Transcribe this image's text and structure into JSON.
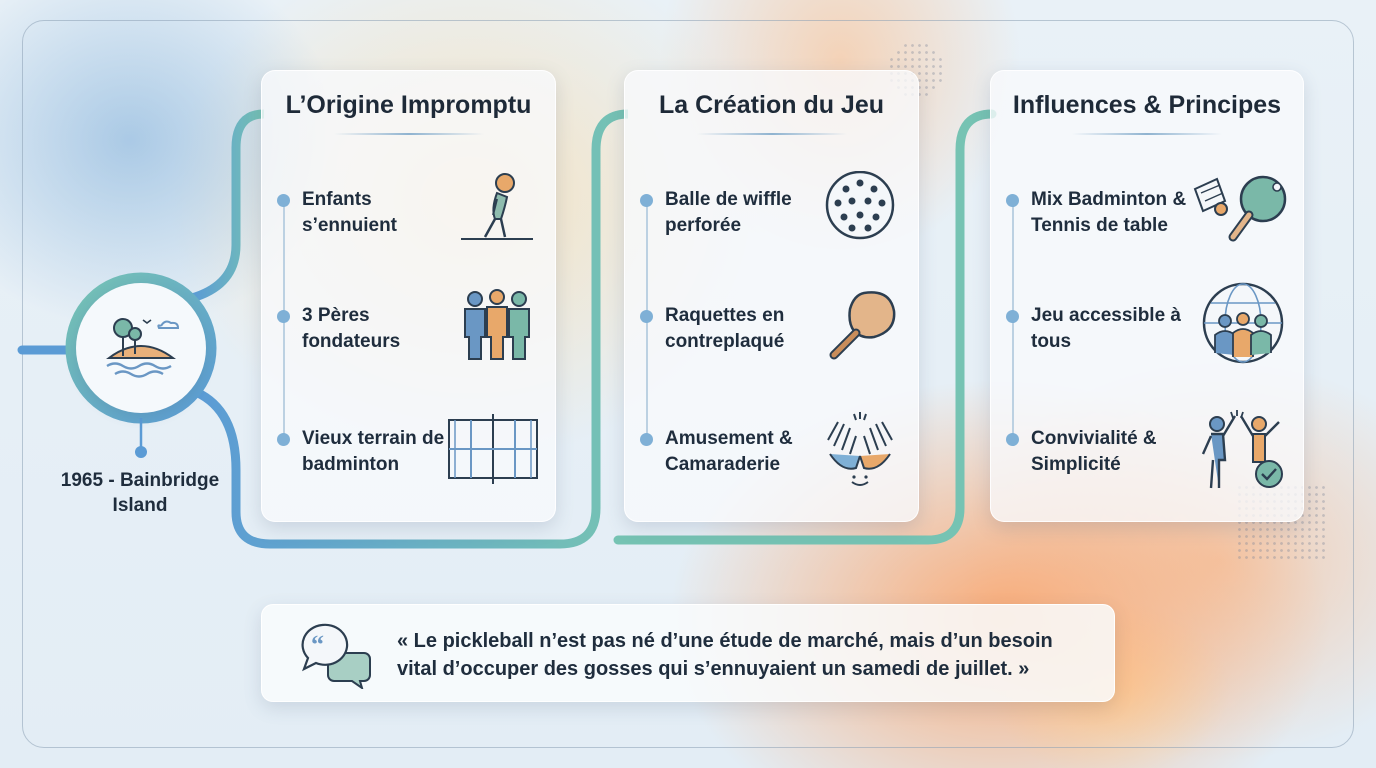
{
  "origin": {
    "label": "1965 - Bainbridge Island",
    "icon": "island-icon"
  },
  "colors": {
    "connector_blue": "#5b9bd5",
    "connector_teal": "#76c3b3",
    "icon_blue": "#6a97c4",
    "icon_teal": "#7ab8a8",
    "icon_orange": "#e8a86a",
    "icon_stroke": "#2c3e50"
  },
  "cards": [
    {
      "title": "L’Origine Impromptu",
      "items": [
        {
          "text": "Enfants s’ennuient",
          "icon": "bored-child-icon"
        },
        {
          "text": "3 Pères fondateurs",
          "icon": "three-fathers-icon"
        },
        {
          "text": "Vieux terrain de badminton",
          "icon": "badminton-court-icon"
        }
      ]
    },
    {
      "title": "La Création du Jeu",
      "items": [
        {
          "text": "Balle de wiffle perforée",
          "icon": "wiffle-ball-icon"
        },
        {
          "text": "Raquettes en contreplaqué",
          "icon": "plywood-paddle-icon"
        },
        {
          "text": "Amusement & Camaraderie",
          "icon": "high-five-icon"
        }
      ]
    },
    {
      "title": "Influences & Principes",
      "items": [
        {
          "text": "Mix Badminton & Tennis de table",
          "icon": "shuttlecock-pingpong-icon"
        },
        {
          "text": "Jeu accessible à tous",
          "icon": "globe-people-icon"
        },
        {
          "text": "Convivialité & Simplicité",
          "icon": "celebrating-people-icon"
        }
      ]
    }
  ],
  "quote": {
    "icon": "speech-bubbles-icon",
    "text": "« Le pickleball n’est pas né d’une étude de marché, mais d’un besoin vital d’occuper des gosses qui s’ennuyaient un samedi de juillet. »"
  }
}
